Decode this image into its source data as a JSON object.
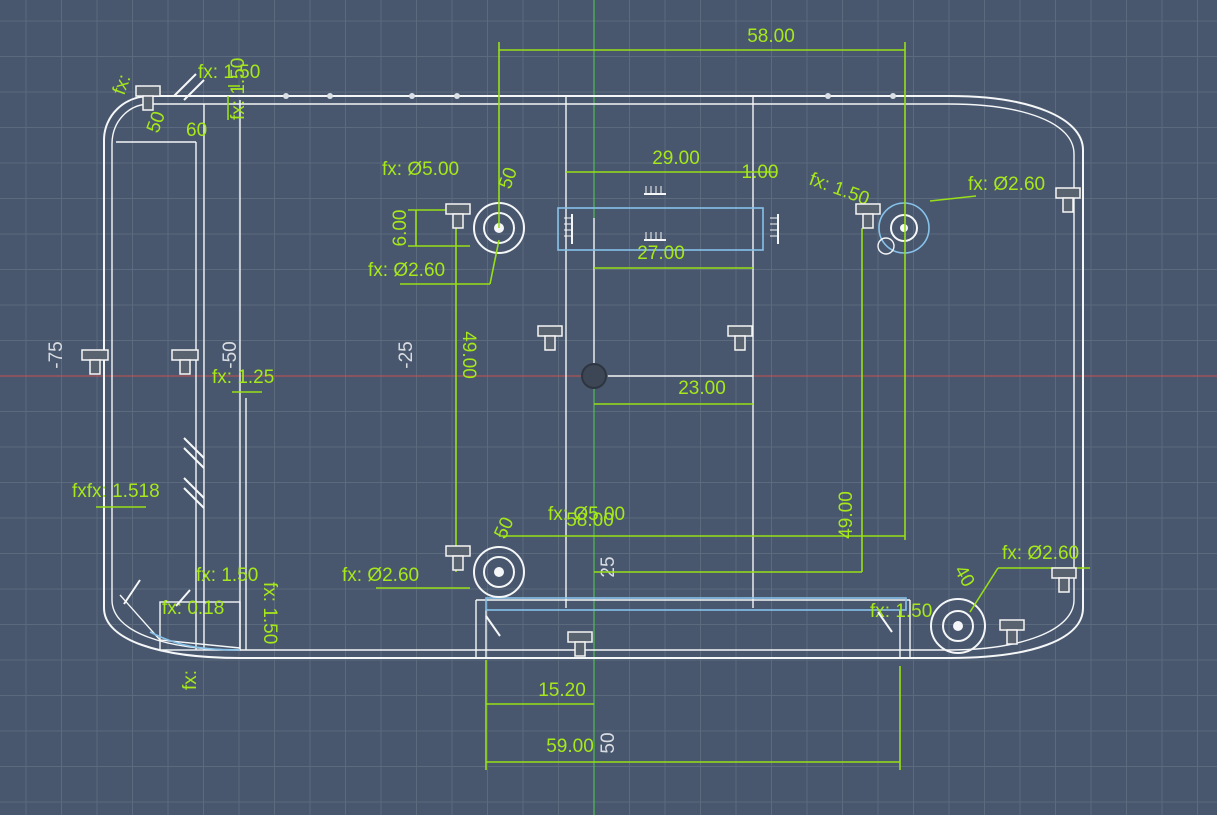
{
  "canvas": {
    "background_color": "#48576d",
    "grid_color": "#5c6a7e",
    "grid_major_color": "#6d7a8d",
    "geometry_color": "#f4f6f8",
    "dimension_color": "#98df17",
    "projected_color": "#86c2ea",
    "x_axis_color": "#c7504d",
    "y_axis_color": "#4fcf4f"
  },
  "ruler": {
    "labels": [
      "-75",
      "-50",
      "-25",
      "25",
      "50"
    ]
  },
  "dimensions": {
    "top_width": "58.00",
    "slot_width": "29.00",
    "slot_gap": "1.00",
    "slot_inner": "27.00",
    "boss_offset": "6.00",
    "vertical_span_left": "49.00",
    "vertical_span_right": "49.00",
    "center_offset": "23.00",
    "mid_width": "58.00",
    "bottom_offset": "15.20",
    "bottom_width": "59.00"
  },
  "expressions": {
    "tl_fillet": "fx: 1.50",
    "top_left_diameter": "fx: Ø5.00",
    "top_left_hole": "fx: Ø2.60",
    "top_right_offset": "fx: 1.50",
    "top_right_hole": "fx: Ø2.60",
    "wall_offset": "fx: 1.25",
    "wall_left": "fxfx: 1.518",
    "bottom_left_diameter": "fx: Ø5.00",
    "bottom_left_hole": "fx: Ø2.60",
    "bottom_right_hole": "fx: Ø2.60",
    "bottom_left_fillet": "fx: 1.50",
    "bottom_left_small": "fx: 0.18",
    "bottom_left_vertical": "fx: 1.50",
    "bottom_right_small": "fx: 1.50",
    "top_left_vertical": "fx: 1.50",
    "left_side_lower": "fx:",
    "boss_label_top": "50",
    "boss_label_bottom": "50",
    "corner_small_a": "50",
    "corner_small_b": "fx:",
    "corner_small_c": "60",
    "right_corner_label": "40"
  }
}
